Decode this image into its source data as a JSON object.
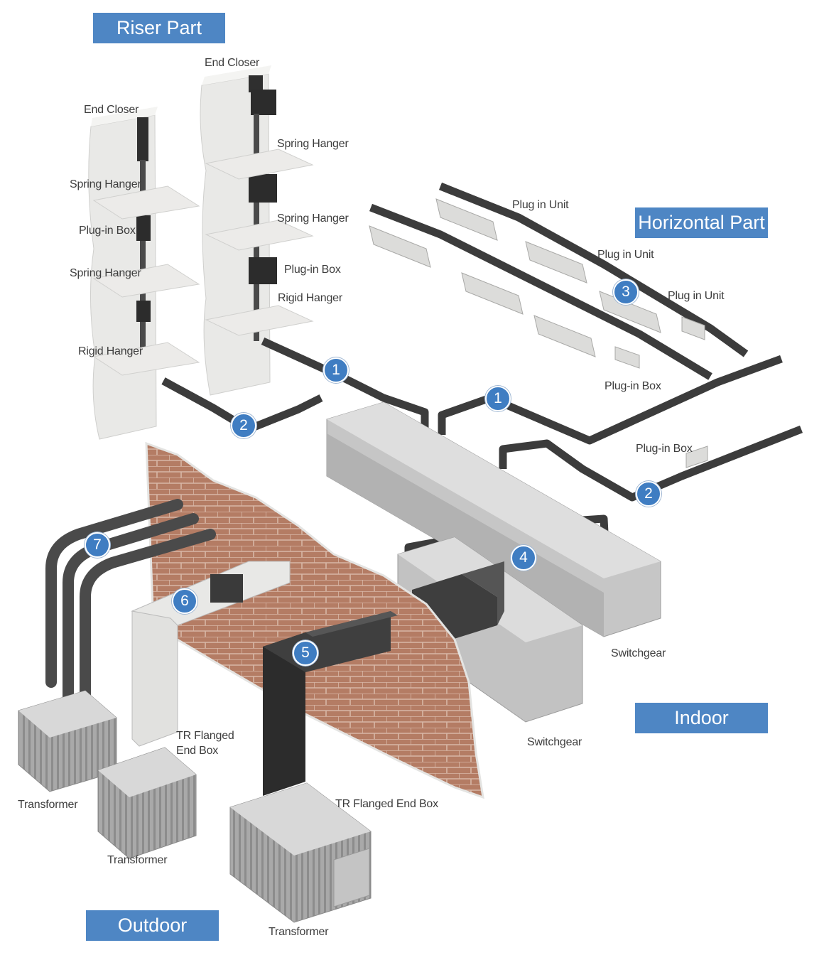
{
  "banners": {
    "riser": "Riser Part",
    "horizontal": "Horizontal Part",
    "indoor": "Indoor",
    "outdoor": "Outdoor"
  },
  "labels": {
    "end_closer_left": "End Closer",
    "end_closer_right": "End Closer",
    "spring_hanger_left_1": "Spring Hanger",
    "plugin_box_left": "Plug-in  Box",
    "spring_hanger_left_2": "Spring Hanger",
    "rigid_hanger_left": "Rigid Hanger",
    "spring_hanger_right_1": "Spring Hanger",
    "spring_hanger_right_2": "Spring Hanger",
    "plugin_box_right": "Plug-in  Box",
    "rigid_hanger_right": "Rigid Hanger",
    "plug_in_unit_1": "Plug in Unit",
    "plug_in_unit_2": "Plug in Unit",
    "plug_in_unit_3": "Plug in Unit",
    "plugin_box_horizontal_1": "Plug-in  Box",
    "plugin_box_horizontal_2": "Plug-in  Box",
    "switchgear_1": "Switchgear",
    "switchgear_2": "Switchgear",
    "tr_flanged_end_box_two_line": "TR Flanged End Box",
    "tr_flanged_end_box": "TR Flanged End Box",
    "transformer_1": "Transformer",
    "transformer_2": "Transformer",
    "transformer_3": "Transformer"
  },
  "badges": {
    "b1a": "1",
    "b1b": "1",
    "b2a": "2",
    "b2b": "2",
    "b3": "3",
    "b4": "4",
    "b5": "5",
    "b6": "6",
    "b7": "7"
  },
  "colors": {
    "banner": "#4e86c4",
    "badge": "#3f7dc2",
    "busway": "#3b3b3b",
    "concrete": "#e4e4e2",
    "switchgear": "#bdbdbd",
    "brick": "#b07a63"
  }
}
